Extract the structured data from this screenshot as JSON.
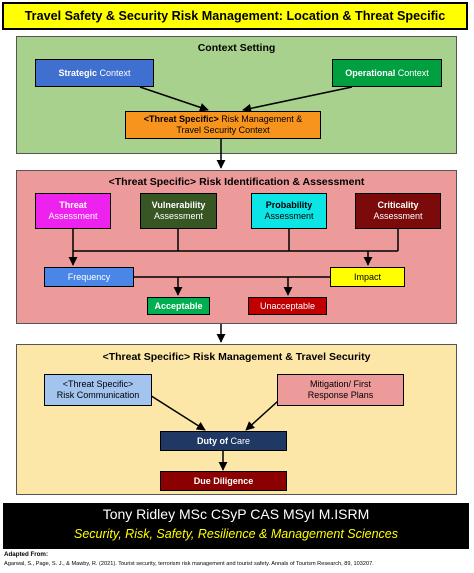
{
  "title": "Travel Safety & Security Risk Management: Location & Threat Specific",
  "context": {
    "title": "Context Setting",
    "strategic": {
      "bold": "Strategic",
      "rest": " Context"
    },
    "operational": {
      "bold": "Operational",
      "rest": " Context"
    },
    "risk_context_line1": {
      "bold": "<Threat Specific>",
      "rest": " Risk Management &"
    },
    "risk_context_line2": "Travel Security Context"
  },
  "identification": {
    "title": "<Threat Specific> Risk Identification & Assessment",
    "threat": {
      "bold": "Threat",
      "rest": "Assessment"
    },
    "vulnerability": {
      "bold": "Vulnerability",
      "rest": "Assessment"
    },
    "probability": {
      "bold": "Probability",
      "rest": "Assessment"
    },
    "criticality": {
      "bold": "Criticality",
      "rest": "Assessment"
    },
    "frequency": "Frequency",
    "impact": "Impact",
    "acceptable": "Acceptable",
    "unacceptable": "Unacceptable"
  },
  "management": {
    "title": "<Threat Specific> Risk Management & Travel Security",
    "risk_comm_line1": "<Threat Specific>",
    "risk_comm_line2": "Risk Communication",
    "mitigation_line1": "Mitigation/ First",
    "mitigation_line2": "Response Plans",
    "duty": {
      "bold": "Duty of",
      "rest": " Care"
    },
    "due": {
      "bold": "Due",
      "rest": " Diligence"
    }
  },
  "footer": {
    "name": "Tony Ridley MSc CSyP CAS MSyI M.ISRM",
    "tagline": "Security, Risk, Safety, Resilience & Management Sciences"
  },
  "adapted": {
    "label": "Adapted From:",
    "reference": "Agarwal, S., Page, S. J., & Mawby, R. (2021). Tourist security, terrorism risk management and tourist safety. Annals of Tourism Research, 89, 103207."
  },
  "colors": {
    "title_bg": "#ffff00",
    "context_panel": "#a9d18e",
    "identification_panel": "#ec9a9a",
    "management_panel": "#fde7a8",
    "footer_bg": "#000000",
    "footer_tagline": "#ffff00"
  }
}
